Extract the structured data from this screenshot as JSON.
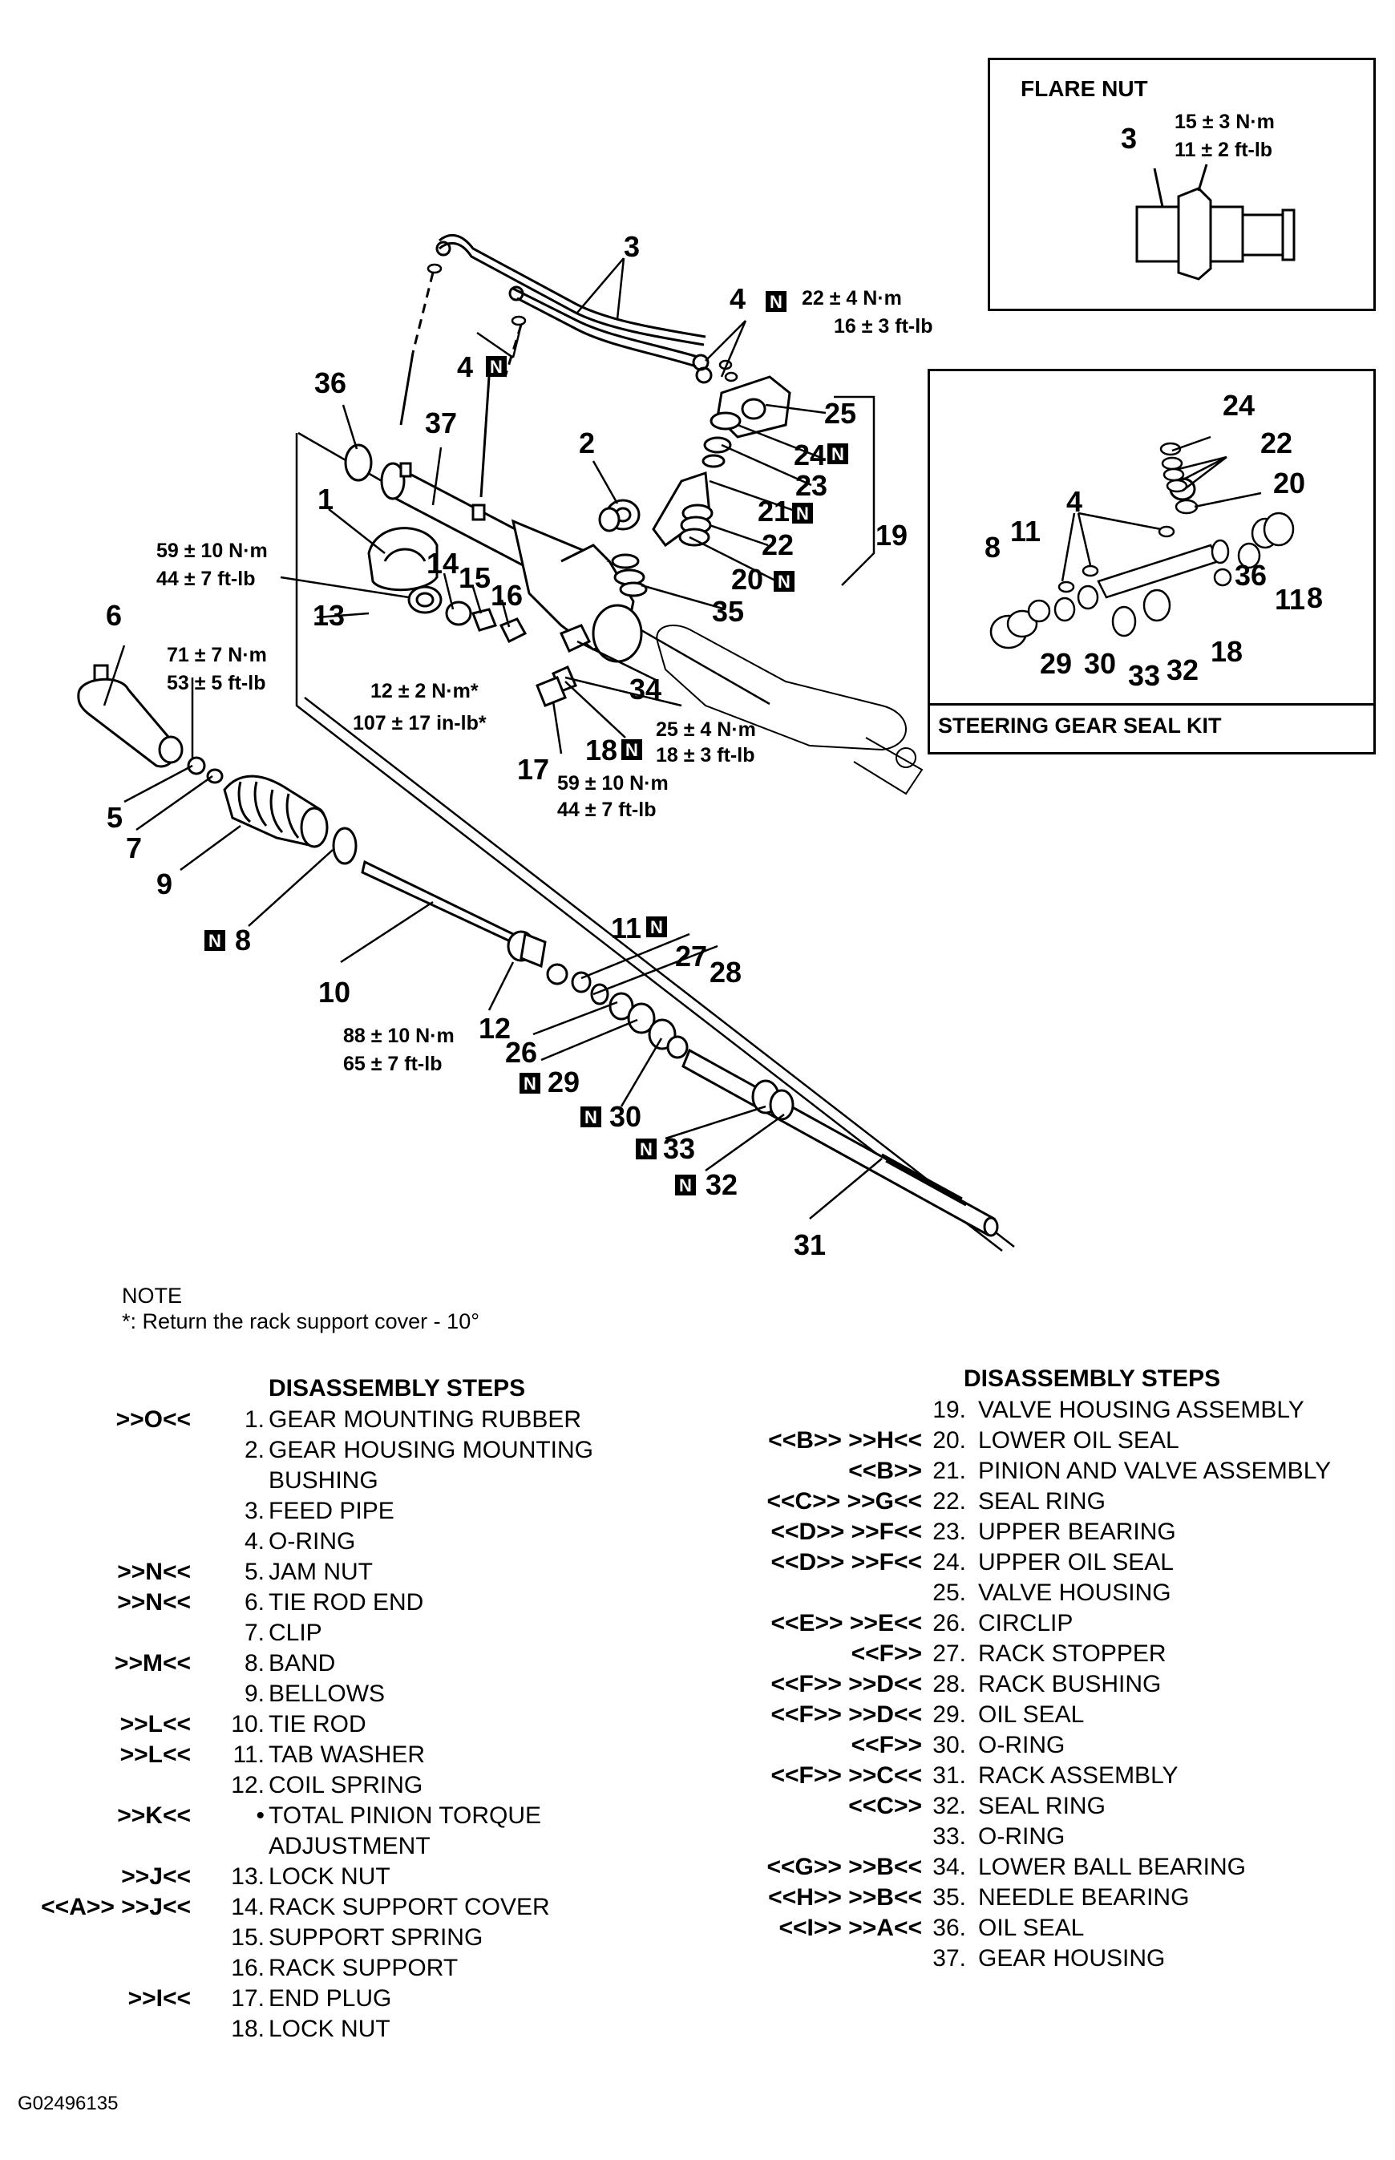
{
  "inset_flare_nut": {
    "title": "FLARE NUT",
    "part": "3",
    "torque_nm": "15 ± 3 N·m",
    "torque_ftlb": "11 ± 2 ft-lb"
  },
  "inset_seal_kit": {
    "title": "STEERING GEAR SEAL KIT",
    "callouts": [
      "24",
      "22",
      "20",
      "4",
      "11",
      "8",
      "36",
      "11",
      "8",
      "29",
      "30",
      "33",
      "32",
      "18"
    ]
  },
  "torque_specs": {
    "t_22_16": [
      "22 ± 4 N·m",
      "16 ± 3 ft-lb"
    ],
    "t_59_44_a": [
      "59 ± 10 N·m",
      "44 ± 7 ft-lb"
    ],
    "t_71_53": [
      "71 ± 7 N·m",
      "53 ± 5 ft-lb"
    ],
    "t_12_107": [
      "12 ± 2 N·m*",
      "107 ± 17 in-lb*"
    ],
    "t_25_18": [
      "25 ± 4 N·m",
      "18 ± 3 ft-lb"
    ],
    "t_59_44_b": [
      "59 ± 10 N·m",
      "44 ± 7 ft-lb"
    ],
    "t_88_65": [
      "88 ± 10 N·m",
      "65 ± 7 ft-lb"
    ]
  },
  "note": {
    "title": "NOTE",
    "text": "*: Return the rack support cover - 10°"
  },
  "steps_heading": "DISASSEMBLY STEPS",
  "steps_left": [
    {
      "code": ">>O<<",
      "num": "1.",
      "label": "GEAR MOUNTING RUBBER"
    },
    {
      "code": "",
      "num": "2.",
      "label": "GEAR HOUSING MOUNTING"
    },
    {
      "code": "",
      "num": "",
      "label": "BUSHING"
    },
    {
      "code": "",
      "num": "3.",
      "label": "FEED PIPE"
    },
    {
      "code": "",
      "num": "4.",
      "label": "O-RING"
    },
    {
      "code": ">>N<<",
      "num": "5.",
      "label": "JAM NUT"
    },
    {
      "code": ">>N<<",
      "num": "6.",
      "label": "TIE ROD END"
    },
    {
      "code": "",
      "num": "7.",
      "label": "CLIP"
    },
    {
      "code": ">>M<<",
      "num": "8.",
      "label": "BAND"
    },
    {
      "code": "",
      "num": "9.",
      "label": "BELLOWS"
    },
    {
      "code": ">>L<<",
      "num": "10.",
      "label": "TIE ROD"
    },
    {
      "code": ">>L<<",
      "num": "11.",
      "label": "TAB WASHER"
    },
    {
      "code": "",
      "num": "12.",
      "label": "COIL SPRING"
    },
    {
      "code": ">>K<<",
      "num": "•",
      "label": "TOTAL PINION TORQUE"
    },
    {
      "code": "",
      "num": "",
      "label": "ADJUSTMENT"
    },
    {
      "code": ">>J<<",
      "num": "13.",
      "label": "LOCK NUT"
    },
    {
      "code": "<<A>> >>J<<",
      "num": "14.",
      "label": "RACK SUPPORT COVER"
    },
    {
      "code": "",
      "num": "15.",
      "label": "SUPPORT SPRING"
    },
    {
      "code": "",
      "num": "16.",
      "label": "RACK SUPPORT"
    },
    {
      "code": ">>I<<",
      "num": "17.",
      "label": "END PLUG"
    },
    {
      "code": "",
      "num": "18.",
      "label": "LOCK NUT"
    }
  ],
  "steps_right": [
    {
      "code": "",
      "num": "19.",
      "label": "VALVE HOUSING ASSEMBLY"
    },
    {
      "code": "<<B>> >>H<<",
      "num": "20.",
      "label": "LOWER OIL SEAL"
    },
    {
      "code": "<<B>>",
      "num": "21.",
      "label": "PINION AND VALVE ASSEMBLY"
    },
    {
      "code": "<<C>> >>G<<",
      "num": "22.",
      "label": "SEAL RING"
    },
    {
      "code": "<<D>> >>F<<",
      "num": "23.",
      "label": "UPPER BEARING"
    },
    {
      "code": "<<D>> >>F<<",
      "num": "24.",
      "label": "UPPER OIL SEAL"
    },
    {
      "code": "",
      "num": "25.",
      "label": "VALVE HOUSING"
    },
    {
      "code": "<<E>> >>E<<",
      "num": "26.",
      "label": "CIRCLIP"
    },
    {
      "code": "<<F>>",
      "num": "27.",
      "label": "RACK STOPPER"
    },
    {
      "code": "<<F>> >>D<<",
      "num": "28.",
      "label": "RACK BUSHING"
    },
    {
      "code": "<<F>> >>D<<",
      "num": "29.",
      "label": "OIL SEAL"
    },
    {
      "code": "<<F>>",
      "num": "30.",
      "label": "O-RING"
    },
    {
      "code": "<<F>> >>C<<",
      "num": "31.",
      "label": "RACK ASSEMBLY"
    },
    {
      "code": "<<C>>",
      "num": "32.",
      "label": "SEAL RING"
    },
    {
      "code": "",
      "num": "33.",
      "label": "O-RING"
    },
    {
      "code": "<<G>> >>B<<",
      "num": "34.",
      "label": "LOWER BALL BEARING"
    },
    {
      "code": "<<H>> >>B<<",
      "num": "35.",
      "label": "NEEDLE BEARING"
    },
    {
      "code": "<<I>> >>A<<",
      "num": "36.",
      "label": "OIL SEAL"
    },
    {
      "code": "",
      "num": "37.",
      "label": "GEAR HOUSING"
    }
  ],
  "figure_id": "G02496135",
  "callouts": {
    "c3": "3",
    "c4a": "4",
    "c4b": "4",
    "c36": "36",
    "c37": "37",
    "c2": "2",
    "c25": "25",
    "c24": "24",
    "c23": "23",
    "c21": "21",
    "c22": "22",
    "c19": "19",
    "c20": "20",
    "c35": "35",
    "c1": "1",
    "c14": "14",
    "c15": "15",
    "c16": "16",
    "c13": "13",
    "c6": "6",
    "c34": "34",
    "c18": "18",
    "c17": "17",
    "c5": "5",
    "c7": "7",
    "c9": "9",
    "c8": "8",
    "c10": "10",
    "c11": "11",
    "c27": "27",
    "c28": "28",
    "c12": "12",
    "c26": "26",
    "c29": "29",
    "c30": "30",
    "c33": "33",
    "c32": "32",
    "c31": "31"
  },
  "new_part_mark": "N"
}
